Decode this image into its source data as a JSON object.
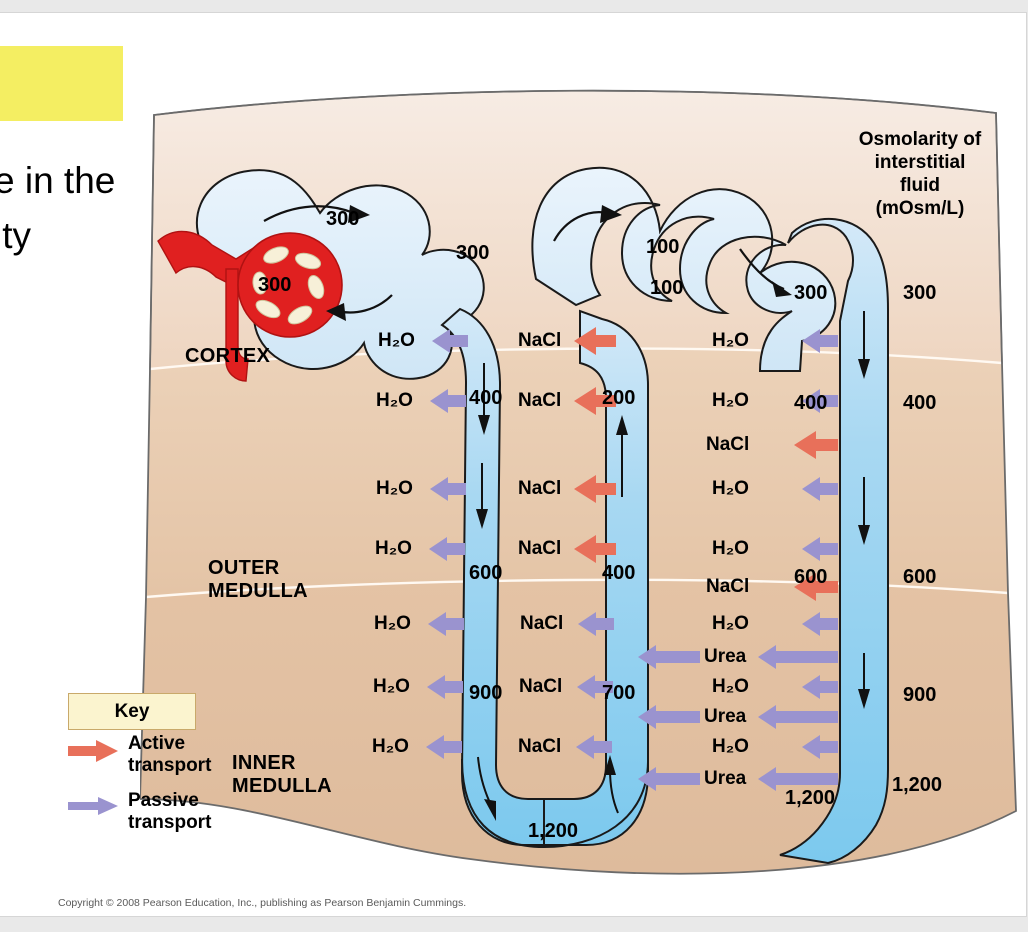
{
  "slide": {
    "highlight_box_color": "#f4ee62",
    "title_lines": [
      "e in the",
      "ity"
    ],
    "copyright": "Copyright © 2008 Pearson Education, Inc., publishing as Pearson Benjamin Cummings."
  },
  "figure": {
    "column_header": "Osmolarity of interstitial fluid (mOsm/L)",
    "column_header_lines": [
      "Osmolarity of",
      "interstitial",
      "fluid",
      "(mOsm/L)"
    ],
    "zones": [
      {
        "name": "CORTEX",
        "label": "CORTEX"
      },
      {
        "name": "OUTER MEDULLA",
        "label_lines": [
          "OUTER",
          "MEDULLA"
        ]
      },
      {
        "name": "INNER MEDULLA",
        "label_lines": [
          "INNER",
          "MEDULLA"
        ]
      }
    ],
    "interstitial_osmolarity": [
      "300",
      "400",
      "600",
      "900",
      "1,200"
    ],
    "tubule_values": {
      "glomerulus": "300",
      "bowmans_capsule": "300",
      "proximal_tubule": "300",
      "descending_limb": [
        "400",
        "600",
        "900",
        "1,200"
      ],
      "ascending_limb": [
        "200",
        "400",
        "700"
      ],
      "distal_tubule": [
        "100",
        "100"
      ],
      "collecting_duct": [
        "300",
        "400",
        "600",
        "1,200"
      ]
    },
    "transport_labels": {
      "water": "H₂O",
      "salt": "NaCl",
      "urea": "Urea"
    },
    "descending_limb_arrows": [
      {
        "solute": "H₂O",
        "type": "passive"
      },
      {
        "solute": "H₂O",
        "type": "passive"
      },
      {
        "solute": "H₂O",
        "type": "passive"
      },
      {
        "solute": "H₂O",
        "type": "passive"
      },
      {
        "solute": "H₂O",
        "type": "passive"
      },
      {
        "solute": "H₂O",
        "type": "passive"
      },
      {
        "solute": "H₂O",
        "type": "passive"
      }
    ],
    "ascending_limb_arrows": [
      {
        "solute": "NaCl",
        "type": "active"
      },
      {
        "solute": "NaCl",
        "type": "active"
      },
      {
        "solute": "NaCl",
        "type": "active"
      },
      {
        "solute": "NaCl",
        "type": "active"
      },
      {
        "solute": "NaCl",
        "type": "passive"
      },
      {
        "solute": "NaCl",
        "type": "passive"
      },
      {
        "solute": "NaCl",
        "type": "passive"
      }
    ],
    "collecting_duct_arrows": [
      {
        "solute": "H₂O",
        "type": "passive"
      },
      {
        "solute": "H₂O",
        "type": "passive"
      },
      {
        "solute": "NaCl",
        "type": "active"
      },
      {
        "solute": "H₂O",
        "type": "passive"
      },
      {
        "solute": "NaCl",
        "type": "active"
      },
      {
        "solute": "H₂O",
        "type": "passive"
      },
      {
        "solute": "H₂O",
        "type": "passive"
      },
      {
        "solute": "Urea",
        "type": "passive"
      },
      {
        "solute": "H₂O",
        "type": "passive"
      },
      {
        "solute": "Urea",
        "type": "passive"
      },
      {
        "solute": "H₂O",
        "type": "passive"
      },
      {
        "solute": "Urea",
        "type": "passive"
      }
    ],
    "key": {
      "title": "Key",
      "entries": [
        {
          "label_lines": [
            "Active",
            "transport"
          ],
          "label": "Active transport",
          "color": "#e8705a"
        },
        {
          "label_lines": [
            "Passive",
            "transport"
          ],
          "label": "Passive transport",
          "color": "#9a93cf"
        }
      ]
    },
    "colors": {
      "active_transport": "#e8705a",
      "passive_transport": "#9a93cf",
      "tubule_light": "#d7e9f7",
      "tubule_dark": "#7ec8ee",
      "glomerulus_red": "#e02020",
      "cortex_bg": "#f2dfd0",
      "outer_medulla_bg": "#e8c9ae",
      "inner_medulla_bg": "#e0bb9c"
    }
  }
}
